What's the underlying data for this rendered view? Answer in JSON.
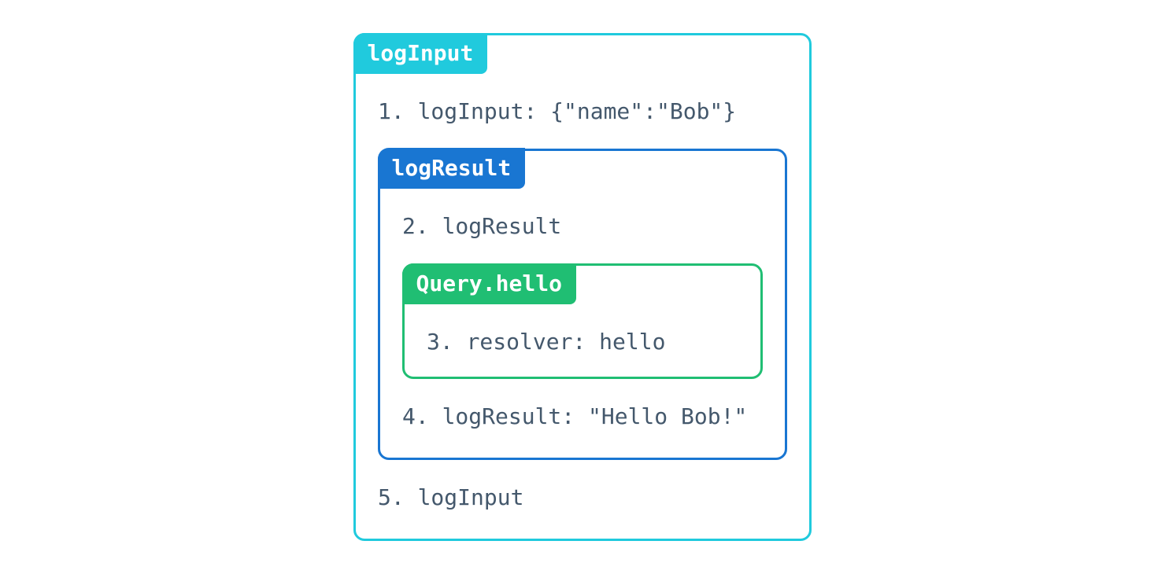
{
  "colors": {
    "outer_accent": "#20CADD",
    "middle_accent": "#1976D2",
    "inner_accent": "#20BE73",
    "log_text": "#44586C",
    "label_text": "#FFFFFF",
    "background": "#FFFFFF"
  },
  "diagram": {
    "outer": {
      "label": "logInput",
      "line_before": "1. logInput: {\"name\":\"Bob\"}",
      "line_after": "5. logInput"
    },
    "middle": {
      "label": "logResult",
      "line_before": "2. logResult",
      "line_after": "4. logResult: \"Hello Bob!\""
    },
    "inner": {
      "label": "Query.hello",
      "line": "3. resolver: hello"
    }
  }
}
